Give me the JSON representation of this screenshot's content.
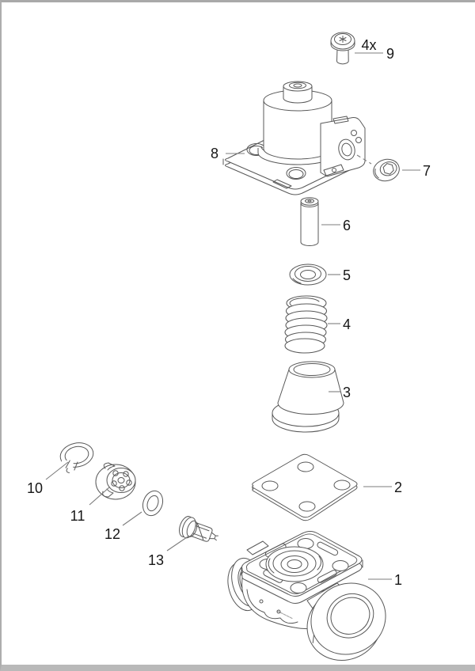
{
  "page": {
    "background": "#ffffff",
    "frame_color": "#b0b0b0"
  },
  "diagram": {
    "stroke_color": "#585858",
    "leader_color": "#7d7d7d",
    "label_color": "#161616",
    "parts": [
      {
        "callout": "9",
        "quantity": "4x",
        "icon": "torx-screw-icon"
      },
      {
        "callout": "8",
        "icon": "solenoid-flange-housing-icon"
      },
      {
        "callout": "7",
        "icon": "sealing-plug-icon"
      },
      {
        "callout": "6",
        "icon": "plunger-pin-icon"
      },
      {
        "callout": "5",
        "icon": "seal-washer-icon"
      },
      {
        "callout": "4",
        "icon": "coil-spring-icon"
      },
      {
        "callout": "3",
        "icon": "piston-cup-icon"
      },
      {
        "callout": "2",
        "icon": "square-gasket-plate-icon"
      },
      {
        "callout": "1",
        "icon": "valve-body-icon"
      },
      {
        "callout": "10",
        "icon": "clamp-ring-icon"
      },
      {
        "callout": "11",
        "icon": "valve-insert-icon"
      },
      {
        "callout": "12",
        "icon": "o-ring-icon"
      },
      {
        "callout": "13",
        "icon": "check-valve-insert-icon"
      }
    ]
  }
}
